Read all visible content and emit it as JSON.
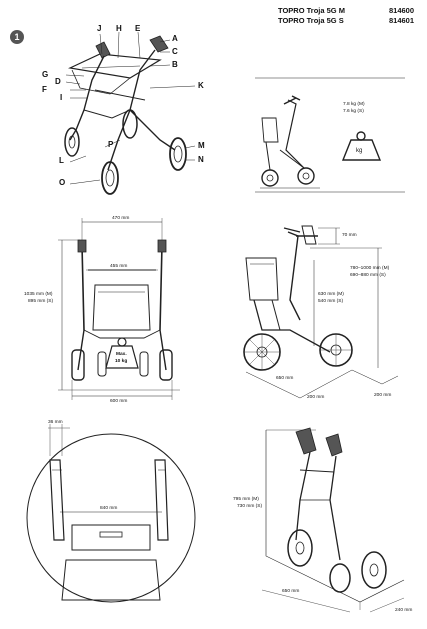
{
  "header": {
    "model_m": "TOPRO Troja 5G M",
    "code_m": "814600",
    "model_s": "TOPRO Troja 5G S",
    "code_s": "814601"
  },
  "figure_number": "1",
  "part_labels": {
    "A": "A",
    "B": "B",
    "C": "C",
    "D": "D",
    "E": "E",
    "F": "F",
    "G": "G",
    "H": "H",
    "I": "I",
    "J": "J",
    "K": "K",
    "L": "L",
    "M": "M",
    "N": "N",
    "O": "O",
    "P": "P"
  },
  "weight_panel": {
    "weight_m": "7.8 kg  (M)",
    "weight_s": "7.6 kg  (S)",
    "kg": "kg"
  },
  "front_view": {
    "handle_width": "470 mm",
    "inner_width": "455 mm",
    "height_m": "1035 mm  (M)",
    "height_s": "895 mm  (S)",
    "max_load_1": "Max.",
    "max_load_2": "10 kg",
    "base_width": "600 mm"
  },
  "side_view": {
    "handle_offset": "70 mm",
    "handle_height_m": "780–1000 mm  (M)",
    "handle_height_s": "690–880 mm    (S)",
    "seat_height_m": "630 mm  (M)",
    "seat_height_s": "540 mm  (S)",
    "length": "650 mm",
    "depth_a": "200 mm",
    "depth_b": "200 mm"
  },
  "top_view": {
    "grip_width": "36 mm",
    "width": "840 mm"
  },
  "folded_view": {
    "height_m": "795 mm  (M)",
    "height_s": "730 mm  (S)",
    "length": "650 mm",
    "width": "240 mm"
  }
}
